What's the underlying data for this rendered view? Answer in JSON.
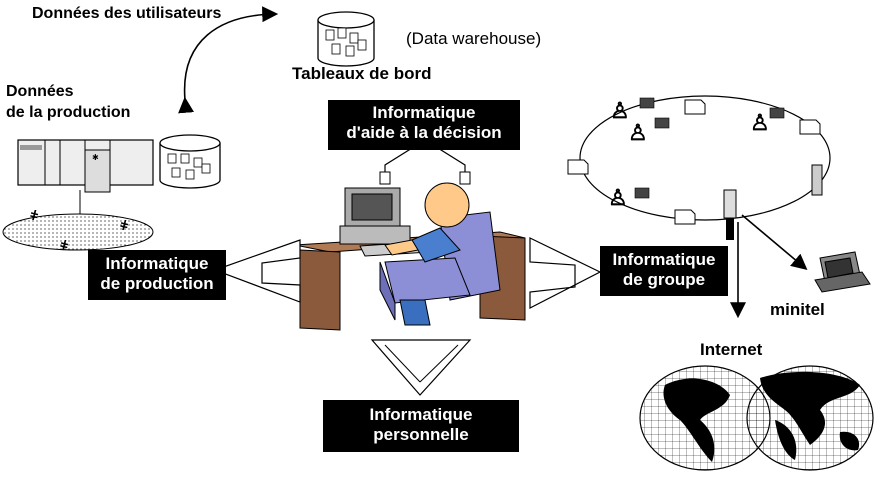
{
  "labels": {
    "donnees_utilisateurs": "Données  des utilisateurs",
    "data_warehouse": "(Data warehouse)",
    "tableaux_de_bord": "Tableaux de bord",
    "donnees_production_1": "Données",
    "donnees_production_2": "de la production",
    "minitel": "minitel",
    "internet": "Internet"
  },
  "boxes": {
    "aide_decision_1": "Informatique",
    "aide_decision_2": "d'aide à la décision",
    "production_1": "Informatique",
    "production_2": "de production",
    "groupe_1": "Informatique",
    "groupe_2": "de groupe",
    "personnelle_1": "Informatique",
    "personnelle_2": "personnelle"
  },
  "colors": {
    "box_background": "#000000",
    "box_text": "#ffffff",
    "chair": "#8c8fd6",
    "desk": "#8b5a3c",
    "head": "#ffc98a"
  }
}
